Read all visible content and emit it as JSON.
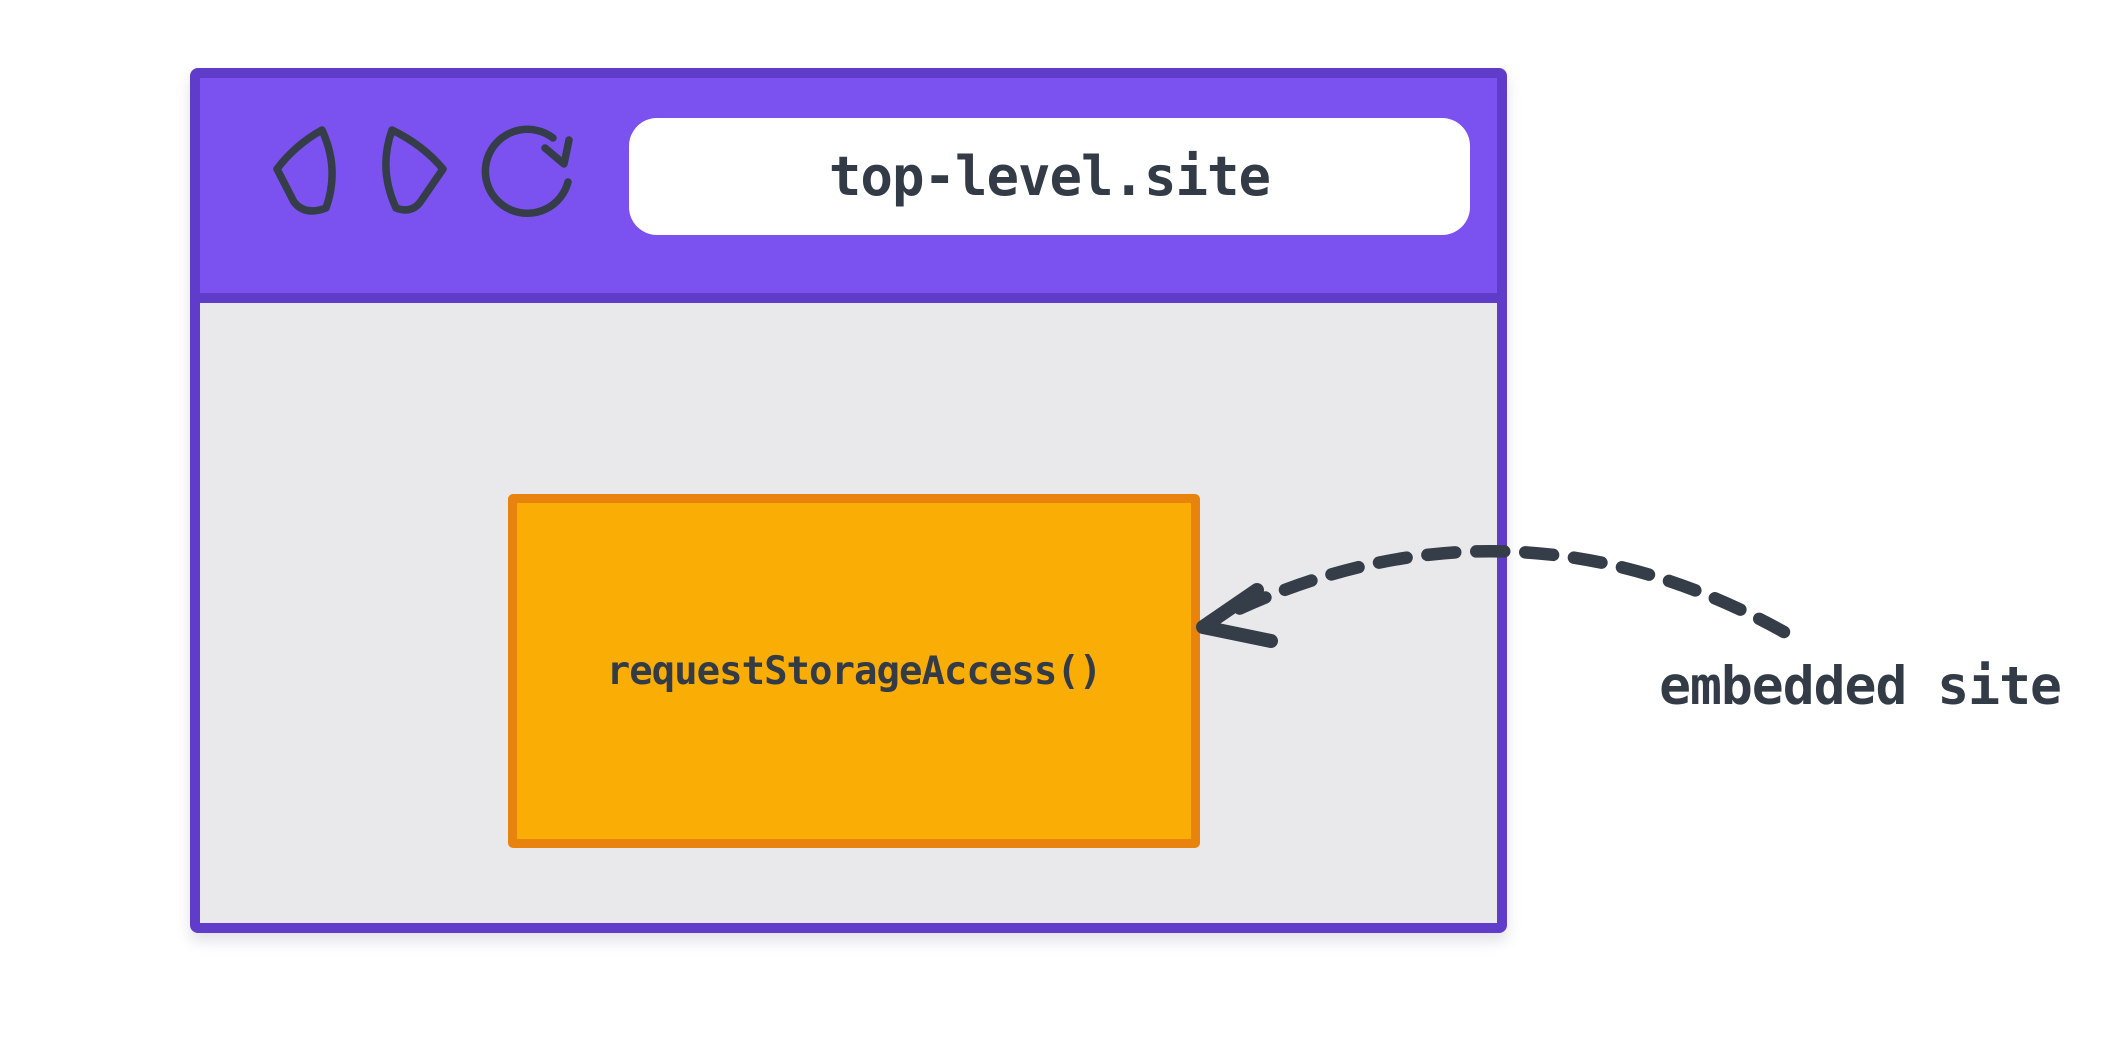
{
  "diagram": {
    "browser_window": {
      "toolbar": {
        "icons": [
          {
            "name": "back-icon"
          },
          {
            "name": "forward-icon"
          },
          {
            "name": "reload-icon"
          }
        ],
        "address_bar": {
          "value": "top-level.site"
        }
      },
      "embedded_frame": {
        "label": "requestStorageAccess()"
      }
    },
    "annotation": {
      "label": "embedded site",
      "connector": "dashed-arrow-pointing-at-embedded-frame"
    },
    "colors": {
      "page_bg": "#ffffff",
      "toolbar_bg": "#7b52f0",
      "window_border": "#5f3cc9",
      "content_bg": "#e9e9eb",
      "address_bar_bg": "#ffffff",
      "frame_fill": "#faad05",
      "frame_border": "#e8830d",
      "stroke_ink": "#353d49",
      "text_ink": "#333b46"
    }
  }
}
